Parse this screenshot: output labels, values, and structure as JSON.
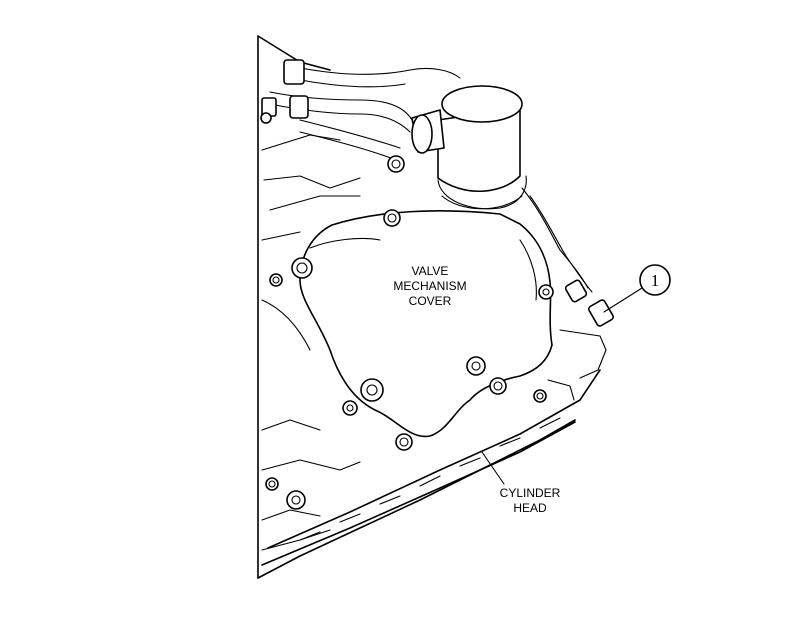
{
  "labels": {
    "valve_cover_line1": "VALVE",
    "valve_cover_line2": "MECHANISM",
    "valve_cover_line3": "COVER",
    "cylinder_head_line1": "CYLINDER",
    "cylinder_head_line2": "HEAD"
  },
  "callout": {
    "number": "1"
  },
  "colors": {
    "line": "#000000",
    "background": "#ffffff"
  }
}
